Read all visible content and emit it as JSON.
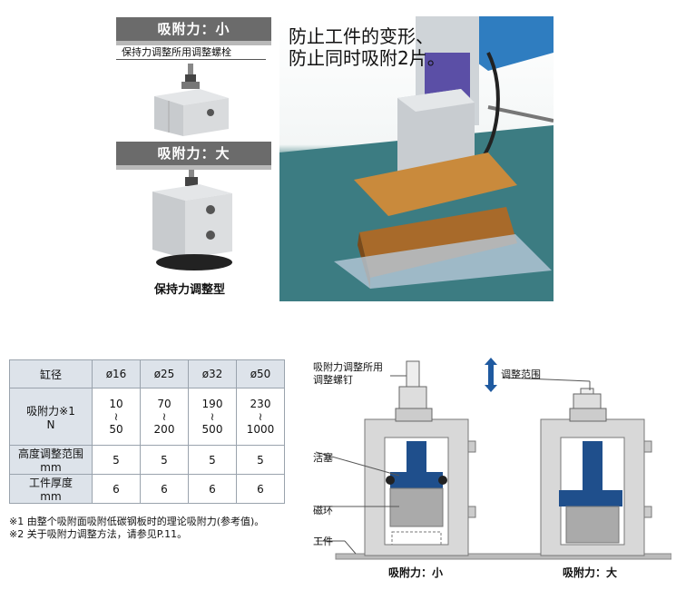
{
  "top_left": {
    "header_small": "吸附力：小",
    "bolt_label": "保持力调整所用调整螺栓",
    "header_large": "吸附力：大",
    "caption": "保持力调整型"
  },
  "photo_caption": [
    "防止工件的变形、",
    "防止同时吸附2片。"
  ],
  "table": {
    "header": [
      "缸径",
      "ø16",
      "ø25",
      "ø32",
      "ø50"
    ],
    "rows": [
      {
        "label": "吸附力※1",
        "unit": "N",
        "values": [
          [
            "10",
            "≀",
            "50"
          ],
          [
            "70",
            "≀",
            "200"
          ],
          [
            "190",
            "≀",
            "500"
          ],
          [
            "230",
            "≀",
            "1000"
          ]
        ]
      },
      {
        "label": "高度调整范围",
        "unit": "mm",
        "values": [
          "5",
          "5",
          "5",
          "5"
        ]
      },
      {
        "label": "工件厚度",
        "unit": "mm",
        "values": [
          "6",
          "6",
          "6",
          "6"
        ]
      }
    ]
  },
  "footnotes": [
    "※1 由整个吸附面吸附低碳钢板时的理论吸附力(参考值)。",
    "※2 关于吸附力调整方法，请参见P.11。"
  ],
  "diagram": {
    "bolt_label_1": "吸附力调整所用",
    "bolt_label_2": "调整螺钉",
    "range_label": "调整范围",
    "piston_label": "活塞",
    "magnet_label": "磁环",
    "work_label": "工件",
    "caption_small": "吸附力：小",
    "caption_large": "吸附力：大"
  },
  "colors": {
    "piston": "#1f4f8c",
    "magnet": "#1f5aa0",
    "body": "#dcdcdc",
    "header": "#6b6b6b"
  }
}
